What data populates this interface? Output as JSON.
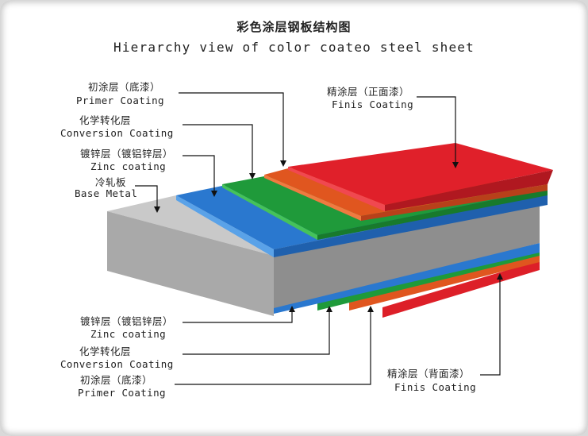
{
  "title_cn": "彩色涂层钢板结构图",
  "title_en": "Hierarchy view of color coateo steel sheet",
  "top_labels": {
    "primer": {
      "cn": "初涂层（底漆）",
      "en": "Primer Coating"
    },
    "conversion": {
      "cn": "化学转化层",
      "en": "Conversion Coating"
    },
    "zinc": {
      "cn": "镀锌层（镀铝锌层）",
      "en": "Zinc coating"
    },
    "base": {
      "cn": "冷轧板",
      "en": "Base Metal"
    },
    "finish": {
      "cn": "精涂层（正面漆）",
      "en": "Finis Coating"
    }
  },
  "bottom_labels": {
    "zinc": {
      "cn": "镀锌层（镀铝锌层）",
      "en": "Zinc coating"
    },
    "conversion": {
      "cn": "化学转化层",
      "en": "Conversion Coating"
    },
    "primer": {
      "cn": "初涂层（底漆）",
      "en": "Primer Coating"
    },
    "finish": {
      "cn": "精涂层（背面漆）",
      "en": "Finis Coating"
    }
  },
  "colors": {
    "base_metal": "#bdbdbd",
    "zinc": "#2a78cf",
    "conversion": "#1f9a3a",
    "primer": "#e0561f",
    "finish": "#e0202a"
  }
}
